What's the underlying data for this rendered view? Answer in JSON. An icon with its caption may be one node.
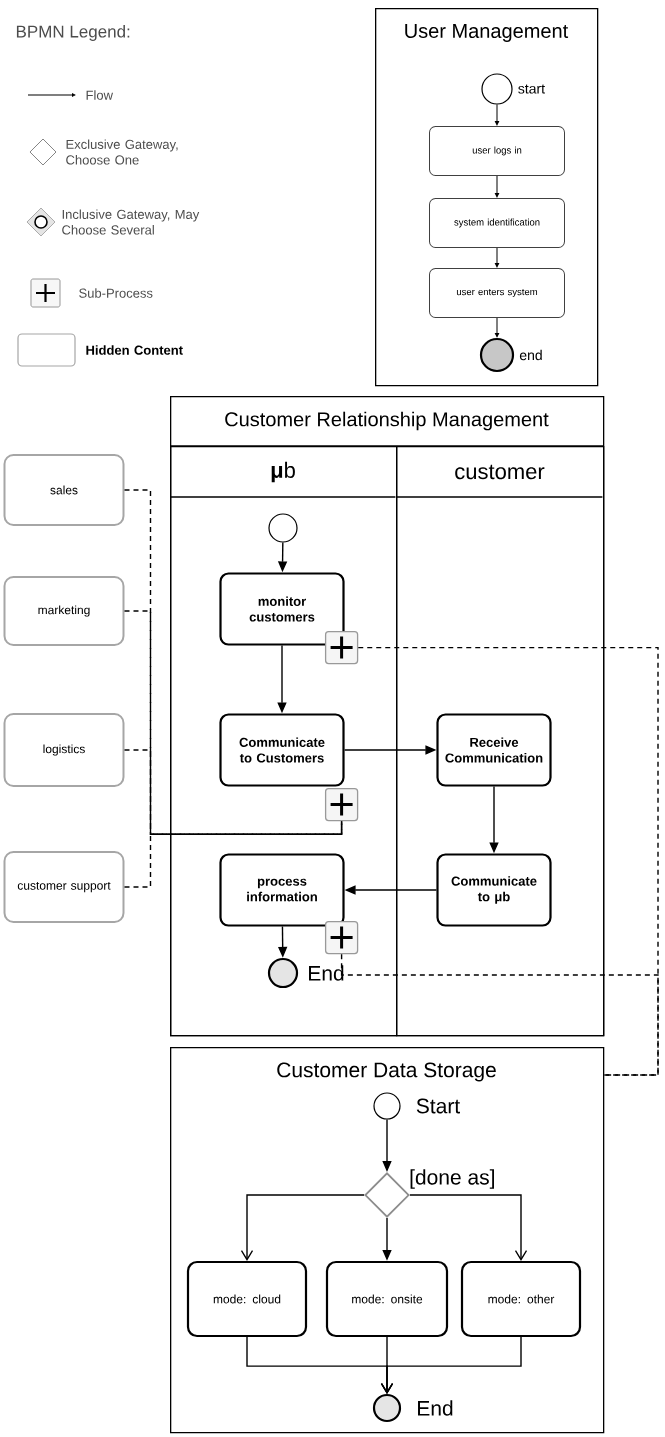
{
  "diagram": {
    "nodes": [
      {
        "text": [
          "User Management"
        ]
      },
      {
        "text": [],
        "shape": "circle",
        "beside": [
          "start"
        ],
        "in": 0
      },
      {
        "text": [
          "user logs in"
        ],
        "in": 0
      },
      {
        "text": [
          "system identification"
        ],
        "in": 0
      },
      {
        "text": [
          "user enters system"
        ],
        "in": 0
      },
      {
        "text": [],
        "shape": "circle",
        "beside": [
          "end"
        ],
        "in": 0
      },
      {
        "text": [
          "Customer Relationship Management"
        ]
      },
      {
        "text": [
          "**μ**b"
        ],
        "in": 6
      },
      {
        "text": [
          "customer"
        ],
        "in": 6
      },
      {
        "text": [],
        "shape": "circle",
        "in": 7
      },
      {
        "text": [
          "monitor customers"
        ],
        "in": 7
      },
      {
        "text": [
          "Communicate to Customers"
        ],
        "in": 7
      },
      {
        "text": [
          "process information"
        ],
        "in": 7
      },
      {
        "text": [],
        "shape": "circle",
        "beside": [
          "End"
        ],
        "in": 7
      },
      {
        "text": [
          "Receive Communication"
        ],
        "in": 8
      },
      {
        "text": [
          "Communicate to μb"
        ],
        "in": 8
      },
      {
        "text": [
          "sales"
        ]
      },
      {
        "text": [
          "marketing"
        ]
      },
      {
        "text": [
          "logistics"
        ]
      },
      {
        "text": [
          "customer support"
        ]
      },
      {
        "text": [
          "Customer Data Storage"
        ]
      },
      {
        "text": [],
        "shape": "circle",
        "beside": [
          "Start"
        ],
        "in": 20
      },
      {
        "text": [],
        "shape": "diamond",
        "beside": [
          "[done as]"
        ],
        "in": 20
      },
      {
        "text": [
          "mode: cloud"
        ],
        "in": 20
      },
      {
        "text": [
          "mode: onsite"
        ],
        "in": 20
      },
      {
        "text": [
          "mode: other"
        ],
        "in": 20
      },
      {
        "text": [],
        "shape": "circle",
        "beside": [
          "End"
        ],
        "in": 20
      }
    ],
    "edges": [
      {
        "from": 1,
        "to": 2,
        "arrow": "to"
      },
      {
        "from": 2,
        "to": 3,
        "arrow": "to"
      },
      {
        "from": 3,
        "to": 4,
        "arrow": "to"
      },
      {
        "from": 4,
        "to": 5,
        "arrow": "to"
      },
      {
        "from": 9,
        "to": 10,
        "arrow": "to"
      },
      {
        "from": 10,
        "to": 11,
        "arrow": "to"
      },
      {
        "from": 11,
        "to": 14,
        "arrow": "to"
      },
      {
        "from": 14,
        "to": 15,
        "arrow": "to"
      },
      {
        "from": 15,
        "to": 12,
        "arrow": "to"
      },
      {
        "from": 12,
        "to": 13,
        "arrow": "to"
      },
      {
        "from": 16,
        "to": 11,
        "arrow": "none",
        "style": "dashed"
      },
      {
        "from": 17,
        "to": 11,
        "arrow": "none",
        "style": "dashed"
      },
      {
        "from": 18,
        "to": 11,
        "arrow": "none",
        "style": "dashed"
      },
      {
        "from": 19,
        "to": 11,
        "arrow": "none",
        "style": "dashed"
      },
      {
        "from": 10,
        "to": 20,
        "arrow": "none",
        "style": "dashed"
      },
      {
        "from": 12,
        "to": 20,
        "arrow": "none",
        "style": "dashed"
      },
      {
        "from": 21,
        "to": 22,
        "arrow": "to"
      },
      {
        "from": 22,
        "to": 23,
        "arrow": "to"
      },
      {
        "from": 22,
        "to": 24,
        "arrow": "to"
      },
      {
        "from": 22,
        "to": 25,
        "arrow": "to"
      },
      {
        "from": 23,
        "to": 26,
        "arrow": "to"
      },
      {
        "from": 24,
        "to": 26,
        "arrow": "to"
      },
      {
        "from": 25,
        "to": 26,
        "arrow": "to"
      }
    ],
    "labels": [
      "BPMN Legend:"
    ],
    "legend": [
      {
        "text": "Flow"
      },
      {
        "text": "Exclusive Gateway, Choose One"
      },
      {
        "text": "Inclusive Gateway, May Choose Several"
      },
      {
        "text": "Sub-Process"
      },
      {
        "text": "Hidden Content"
      }
    ]
  }
}
